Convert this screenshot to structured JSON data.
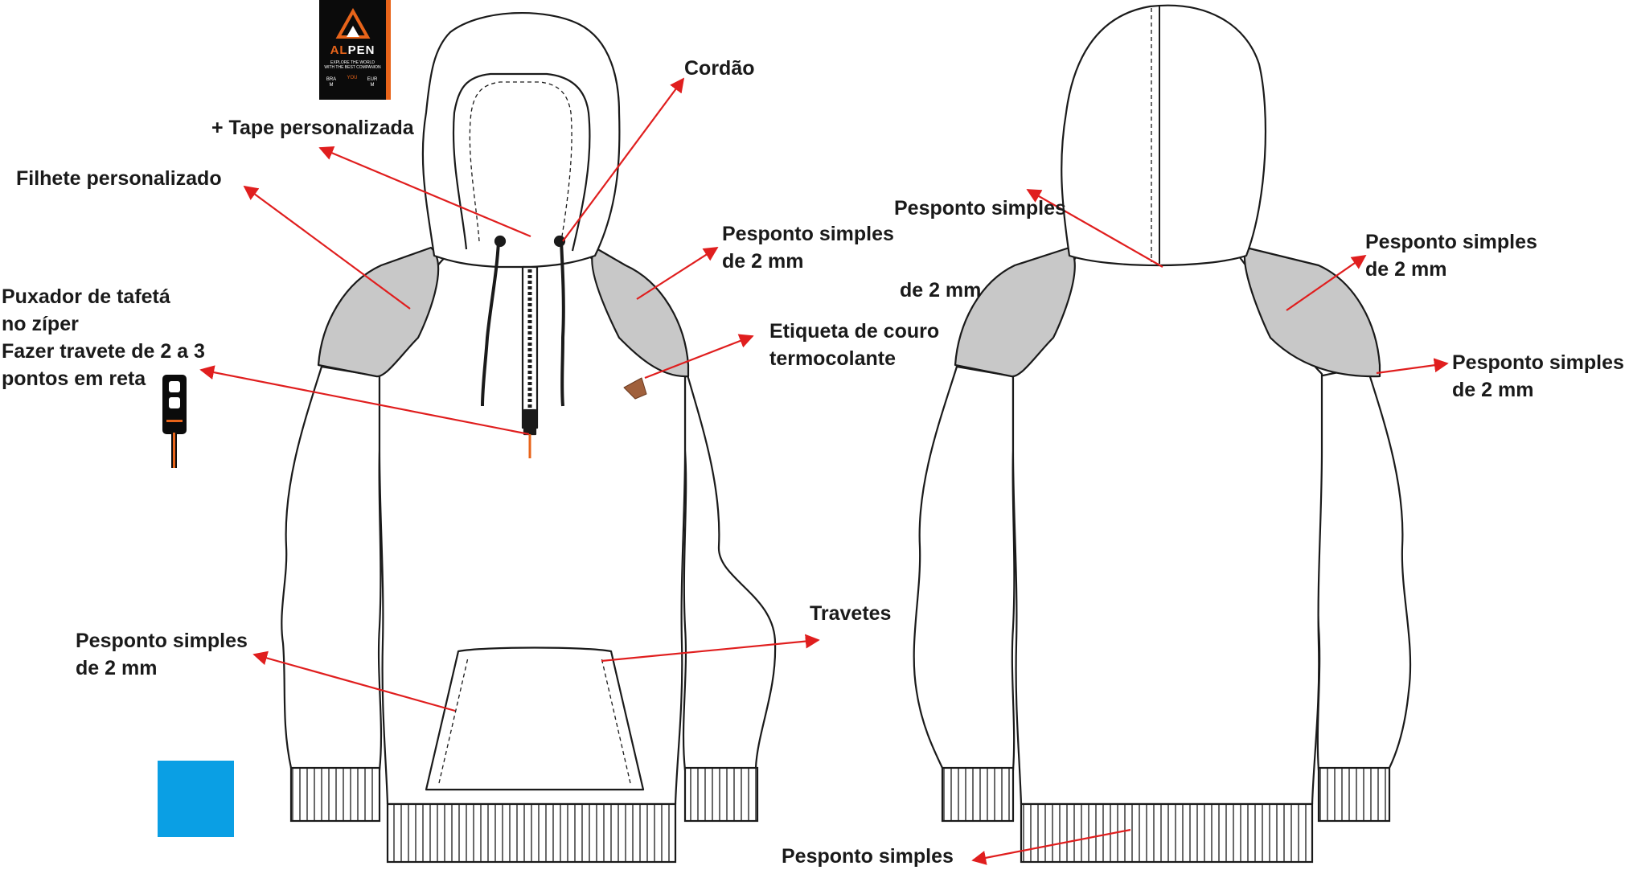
{
  "brand_label": {
    "name_a": "AL",
    "name_b": "PEN",
    "tagline_1": "EXPLORE THE WORLD",
    "tagline_2": "WITH THE BEST COMPANION",
    "size_left_country": "BRA",
    "size_left_value": "M",
    "size_right_country": "EUR",
    "size_right_value": "M",
    "size_center": "YOU"
  },
  "annotations": {
    "cordao": "Cordão",
    "tape": "+ Tape personalizada",
    "filhete": "Filhete personalizado",
    "puxador": [
      "Puxador de tafetá",
      "no zíper",
      "Fazer travete de 2 a 3",
      "pontos em reta"
    ],
    "pesponto_front_shoulder": [
      "Pesponto simples",
      "de 2 mm"
    ],
    "etiqueta": [
      "Etiqueta de couro",
      "termocolante"
    ],
    "travetes": "Travetes",
    "pesponto_front_pocket": [
      "Pesponto simples",
      "de 2 mm"
    ],
    "pesponto_bottom": "Pesponto simples",
    "pesponto_back_hood": [
      "Pesponto simples",
      " de 2 mm"
    ],
    "pesponto_back_shoulder": [
      "Pesponto simples",
      "de 2 mm"
    ],
    "pesponto_back_sleeve": [
      "Pesponto simples",
      "de 2 mm"
    ]
  },
  "colors": {
    "line": "#1a1a1a",
    "arrow": "#e01e1e",
    "panel_gray": "#c8c8c8",
    "swatch": "#0a9fe4",
    "brand_accent": "#e8641a",
    "leather": "#a0603c"
  },
  "icons": [
    "hoodie-front-sketch",
    "hoodie-back-sketch",
    "zipper-pull-icon",
    "brand-tag-logo"
  ]
}
